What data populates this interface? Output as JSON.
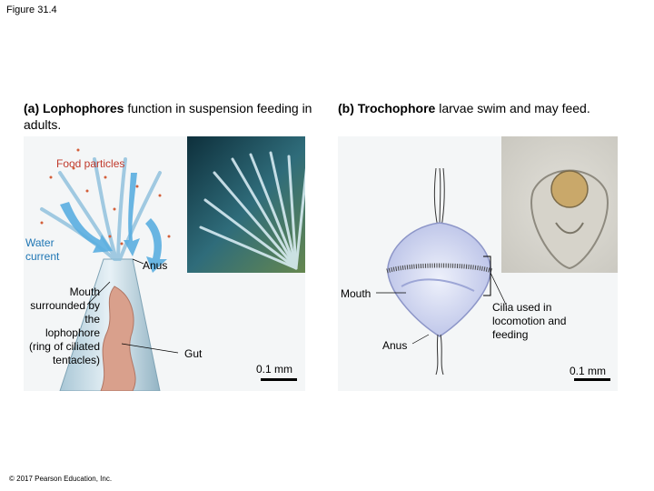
{
  "figure_label": "Figure 31.4",
  "panel_a": {
    "title_bold": "(a) Lophophores",
    "title_rest": " function in suspension feeding in adults.",
    "labels": {
      "food_particles": "Food particles",
      "water_current": "Water current",
      "anus": "Anus",
      "mouth": "Mouth surrounded by the lophophore (ring of ciliated tentacles)",
      "gut": "Gut"
    },
    "scale": "0.1 mm"
  },
  "panel_b": {
    "title_bold": "(b) Trochophore",
    "title_rest": " larvae swim and may feed.",
    "labels": {
      "mouth": "Mouth",
      "anus": "Anus",
      "cilia": "Cilia used in locomotion and feeding"
    },
    "scale": "0.1 mm"
  },
  "copyright": "© 2017 Pearson Education, Inc.",
  "colors": {
    "food_label": "#c0392b",
    "water_label": "#1f76b4",
    "arrow": "#5aaee0"
  }
}
